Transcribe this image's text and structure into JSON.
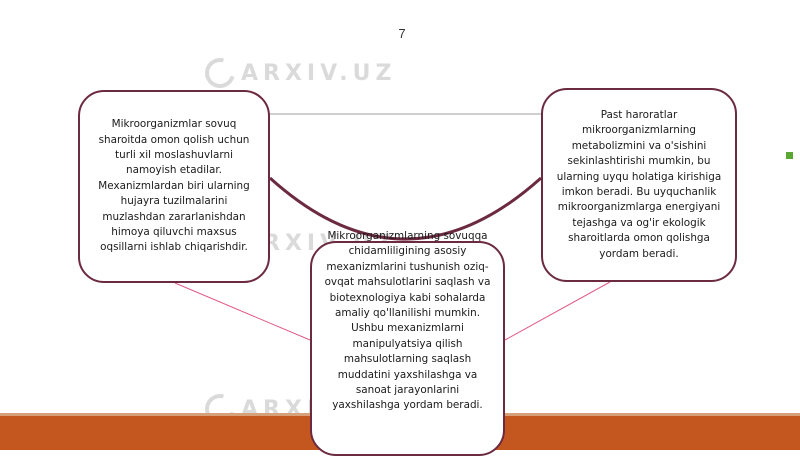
{
  "page_number": "7",
  "watermark": "ARXIV.UZ",
  "boxes": {
    "left": "Mikroorganizmlar sovuq sharoitda omon qolish uchun turli xil moslashuvlarni namoyish etadilar. Mexanizmlardan biri ularning hujayra tuzilmalarini muzlashdan zararlanishdan himoya qiluvchi maxsus oqsillarni ishlab chiqarishdir.",
    "right": "Past haroratlar mikroorganizmlarning metabolizmini va o'sishini sekinlashtirishi mumkin, bu ularning uyqu holatiga kirishiga imkon beradi. Bu uyquchanlik mikroorganizmlarga energiyani tejashga va og'ir ekologik sharoitlarda omon qolishga yordam beradi.",
    "center": "Mikroorganizmlarning sovuqqa chidamliligining asosiy mexanizmlarini tushunish oziq-ovqat mahsulotlarini saqlash va biotexnologiya kabi sohalarda amaliy qo'llanilishi mumkin. Ushbu mexanizmlarni manipulyatsiya qilish mahsulotlarning saqlash muddatini yaxshilashga va sanoat jarayonlarini yaxshilashga yordam beradi."
  },
  "colors": {
    "box_border": "#6b2a3f",
    "connector_gray": "#bfbfbf",
    "connector_pink": "#e05a8a",
    "footer": "#c4571f",
    "marker": "#5aa832"
  }
}
